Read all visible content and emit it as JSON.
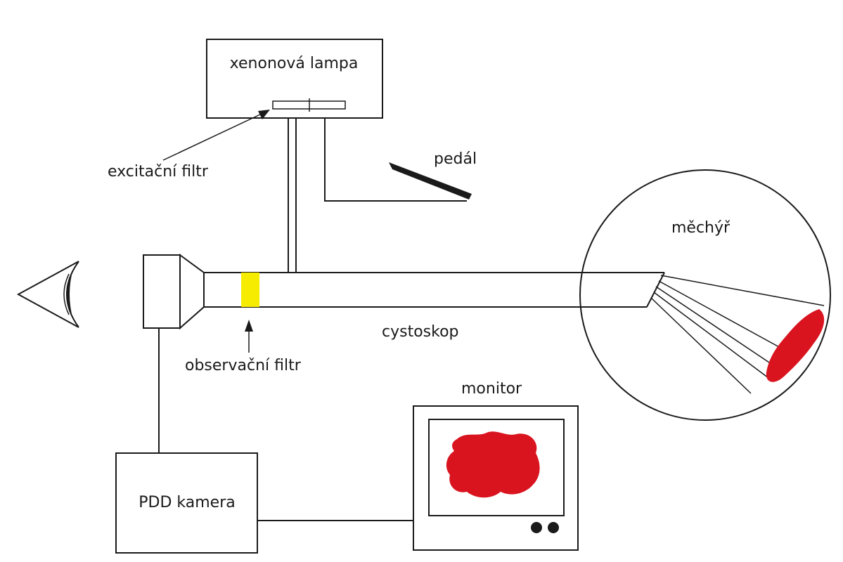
{
  "labels": {
    "xenon_lamp": "xenonová lampa",
    "excitation_filter": "excitační filtr",
    "pedal": "pedál",
    "bladder": "měchýř",
    "cystoscope": "cystoskop",
    "observation_filter": "observační filtr",
    "monitor": "monitor",
    "pdd_camera": "PDD kamera"
  },
  "colors": {
    "line": "#1a1a1a",
    "observation_filter_fill": "#f5ec00",
    "lesion_fill": "#d9141f",
    "background": "#ffffff"
  },
  "icons": {
    "eye": "eye-icon",
    "pedal": "pedal-icon"
  }
}
